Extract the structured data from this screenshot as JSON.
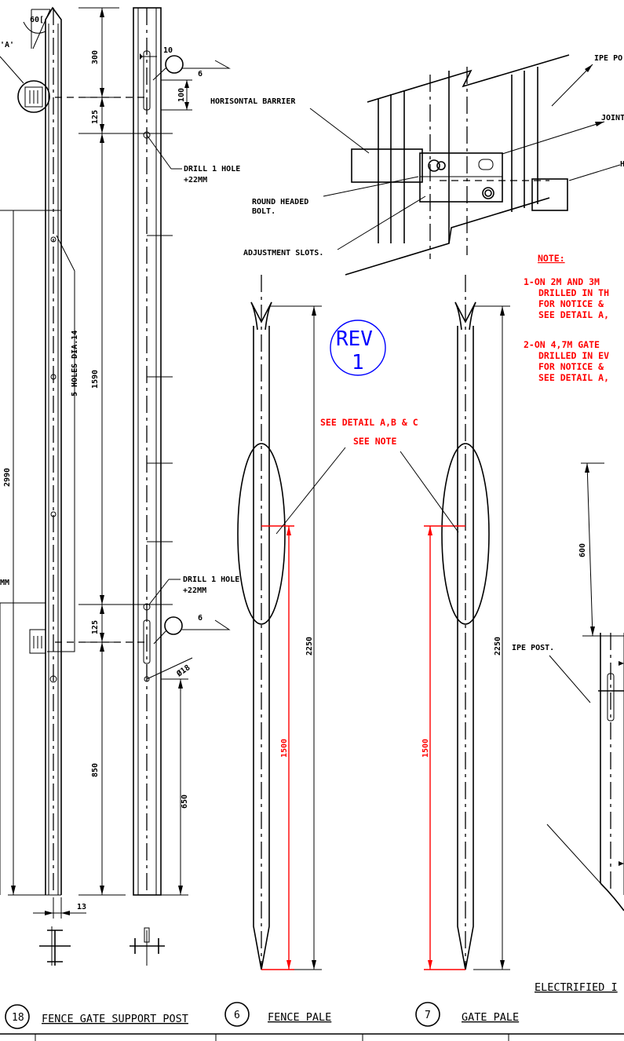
{
  "labels": {
    "angle": "60[",
    "detail_ref": "'A'",
    "dim_300": "300",
    "dim_125_top": "125",
    "dim_1590": "1590",
    "dim_2990": "2990",
    "dim_mm_left": "MM",
    "dim_125_bottom": "125",
    "dim_850": "850",
    "dim_13": "13",
    "dim_10": "10",
    "weld_6_top": "6",
    "dim_100": "100",
    "drill_top_1": "DRILL 1 HOLE",
    "drill_top_2": "+22MM",
    "holes": "5 HOLES DIA.14",
    "drill_bottom_1": "DRILL 1 HOLE",
    "drill_bottom_2": "+22MM",
    "weld_6_bottom": "6",
    "dia_18": "Ø18",
    "dim_650": "650",
    "horisontal_barrier": "HORISONTAL BARRIER",
    "round_headed_1": "ROUND HEADED",
    "round_headed_2": "BOLT.",
    "adjustment_slots": "ADJUSTMENT SLOTS.",
    "ipe_post_top": "IPE PO",
    "joint": "JOINT",
    "h_label": "H",
    "rev_1": "REV",
    "rev_2": "1",
    "see_detail": "SEE DETAIL A,B & C",
    "see_note": "SEE NOTE",
    "dim_2250_a": "2250",
    "dim_1500_a": "1500",
    "dim_1500_b": "1500",
    "dim_2250_b": "2250",
    "dim_600": "600",
    "ipe_post_bottom": "IPE POST.",
    "electrified": "ELECTRIFIED I"
  },
  "note": {
    "heading": "NOTE:",
    "l1": "1-ON 2M AND 3M",
    "l2": "DRILLED IN TH",
    "l3": "FOR NOTICE &",
    "l4": "SEE DETAIL A,",
    "l5": "2-ON 4,7M GATE",
    "l6": "DRILLED IN EV",
    "l7": "FOR NOTICE &",
    "l8": "SEE DETAIL A,"
  },
  "parts": [
    {
      "num": "18",
      "title": "FENCE GATE SUPPORT POST"
    },
    {
      "num": "6",
      "title": "FENCE PALE"
    },
    {
      "num": "7",
      "title": "GATE PALE"
    }
  ],
  "colors": {
    "ink": "#000000",
    "revision": "#0000ff",
    "annotation": "#ff0000"
  }
}
